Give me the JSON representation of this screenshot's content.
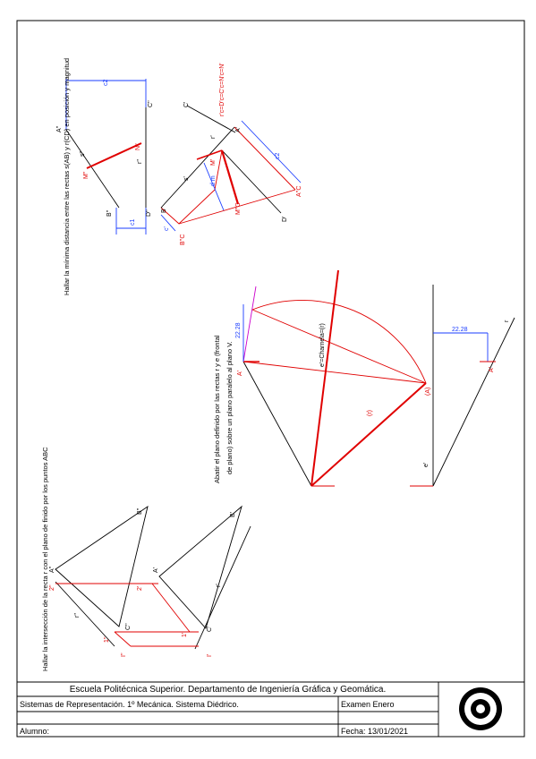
{
  "statements": {
    "left": "Hallar la intersección de la recta r con el plano de finido por los puntos ABC",
    "middle_1": "Abatir el plano definido por las rectas r y e (frontal",
    "middle_2": "de plano) sobre un plano paralelo al plano V.",
    "right": "Hallar la mínima distancia entre las rectas s(AB) y r(CD) en posición y magnitud"
  },
  "labels": {
    "A2": "A''",
    "B2": "B''",
    "C2": "C''",
    "D2": "D''",
    "M2": "M''",
    "N2": "N''",
    "A1": "A'",
    "B1": "B'",
    "C1": "C'",
    "D1": "D'",
    "M1": "M'",
    "s2": "s''",
    "r2": "r''",
    "s1": "s'",
    "r1": "r'",
    "c2": "c2",
    "c1": "c1",
    "cp": "c'",
    "dm": "d m",
    "triple": "r'c=D'c=C'c=N'c=N'",
    "ACm": "A''C",
    "MC": "M''C",
    "BC": "B''C",
    "val1": "22.28",
    "val2": "22.28",
    "eprime": "e'",
    "rprime": "r",
    "Ap": "A'",
    "Ae": "A'",
    "charn": "e'=Charnela=(r)",
    "rparen": "(r)",
    "aparen": "(A)",
    "Bpp": "B''",
    "App": "A''",
    "Cpp": "C''",
    "rpp": "r''",
    "Bp": "B'",
    "Ap2": "A'",
    "Cp": "C'",
    "rp": "r'",
    "n2": "2''",
    "n2p": "2'",
    "n1": "1''",
    "n1p": "1'",
    "I2": "I''",
    "I1": "I'"
  },
  "title_block": {
    "school": "Escuela Politécnica Superior. Departamento de Ingeniería Gráfica y Geomática.",
    "course": "Sistemas de Representación. 1º Mecánica. Sistema Diédrico.",
    "exam": "Examen Enero",
    "student_label": "Alumno:",
    "date": "Fecha: 13/01/2021"
  }
}
